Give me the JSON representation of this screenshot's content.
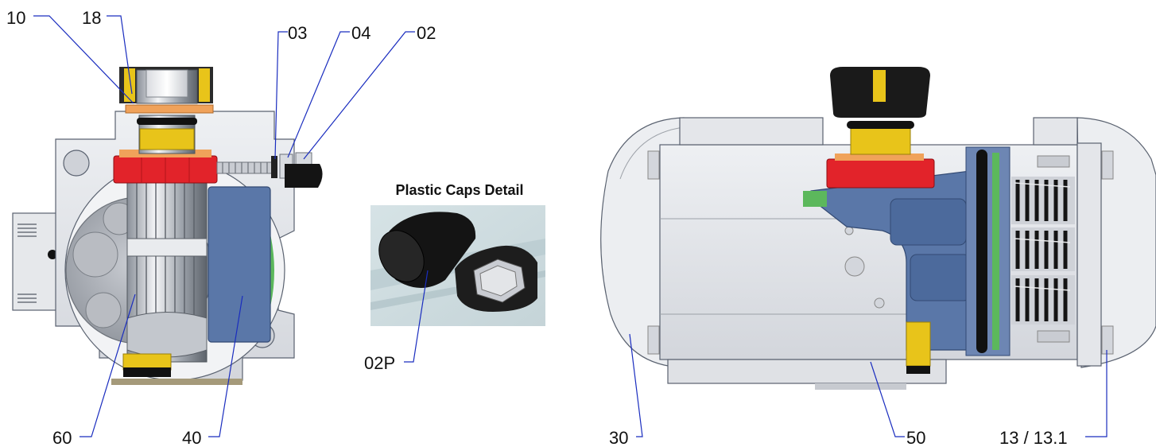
{
  "detail_title": "Plastic Caps Detail",
  "labels": {
    "l10": "10",
    "l18": "18",
    "l03": "03",
    "l04": "04",
    "l02": "02",
    "l02p": "02P",
    "l60": "60",
    "l40": "40",
    "l30": "30",
    "l50": "50",
    "l13": "13 / 13.1"
  },
  "colors": {
    "housing": "#e4e6ea",
    "housing_edge": "#5a6270",
    "piston_blue": "#5a77a8",
    "brass_yellow": "#e8c41a",
    "red_cam": "#e2232a",
    "orange_washer": "#f0a25a",
    "spring_black": "#1c1c1c",
    "seal_green": "#5cb85c",
    "leader_blue": "#1a2dbf"
  }
}
